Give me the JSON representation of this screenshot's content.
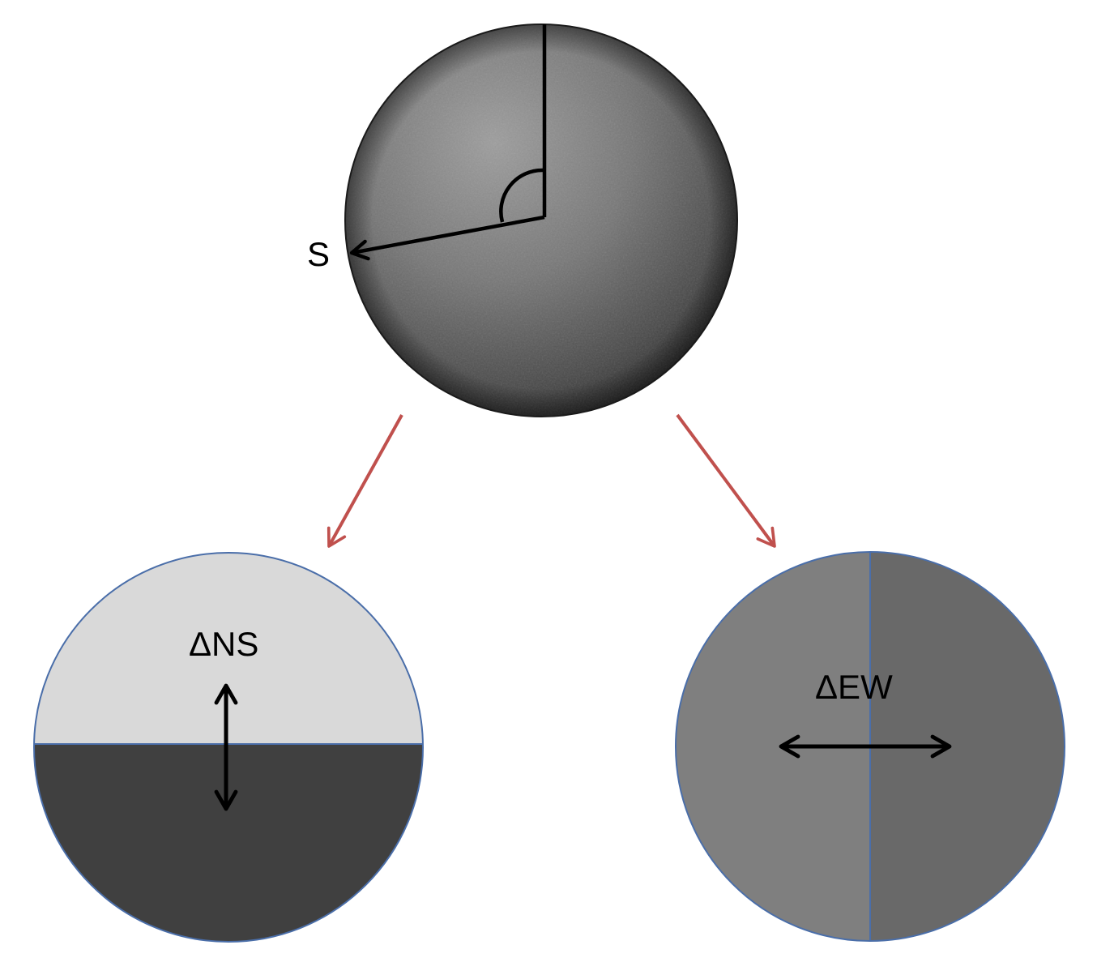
{
  "labels": {
    "sun_vector": "S",
    "ns_difference": "ΔNS",
    "ew_difference": "ΔEW"
  },
  "colors": {
    "background": "#ffffff",
    "arrow_black": "#000000",
    "arrow_red": "#c0504d",
    "circle_outline": "#4a6ea9",
    "ns_top_half": "#d9d9d9",
    "ns_bottom_half": "#404040",
    "ew_left_half": "#7f7f7f",
    "ew_right_half": "#696969",
    "sphere_light": "#9a9a9a",
    "sphere_dark": "#222222"
  },
  "icons": {
    "sphere": "textured-sphere",
    "angle_marker": "angle-arc"
  }
}
